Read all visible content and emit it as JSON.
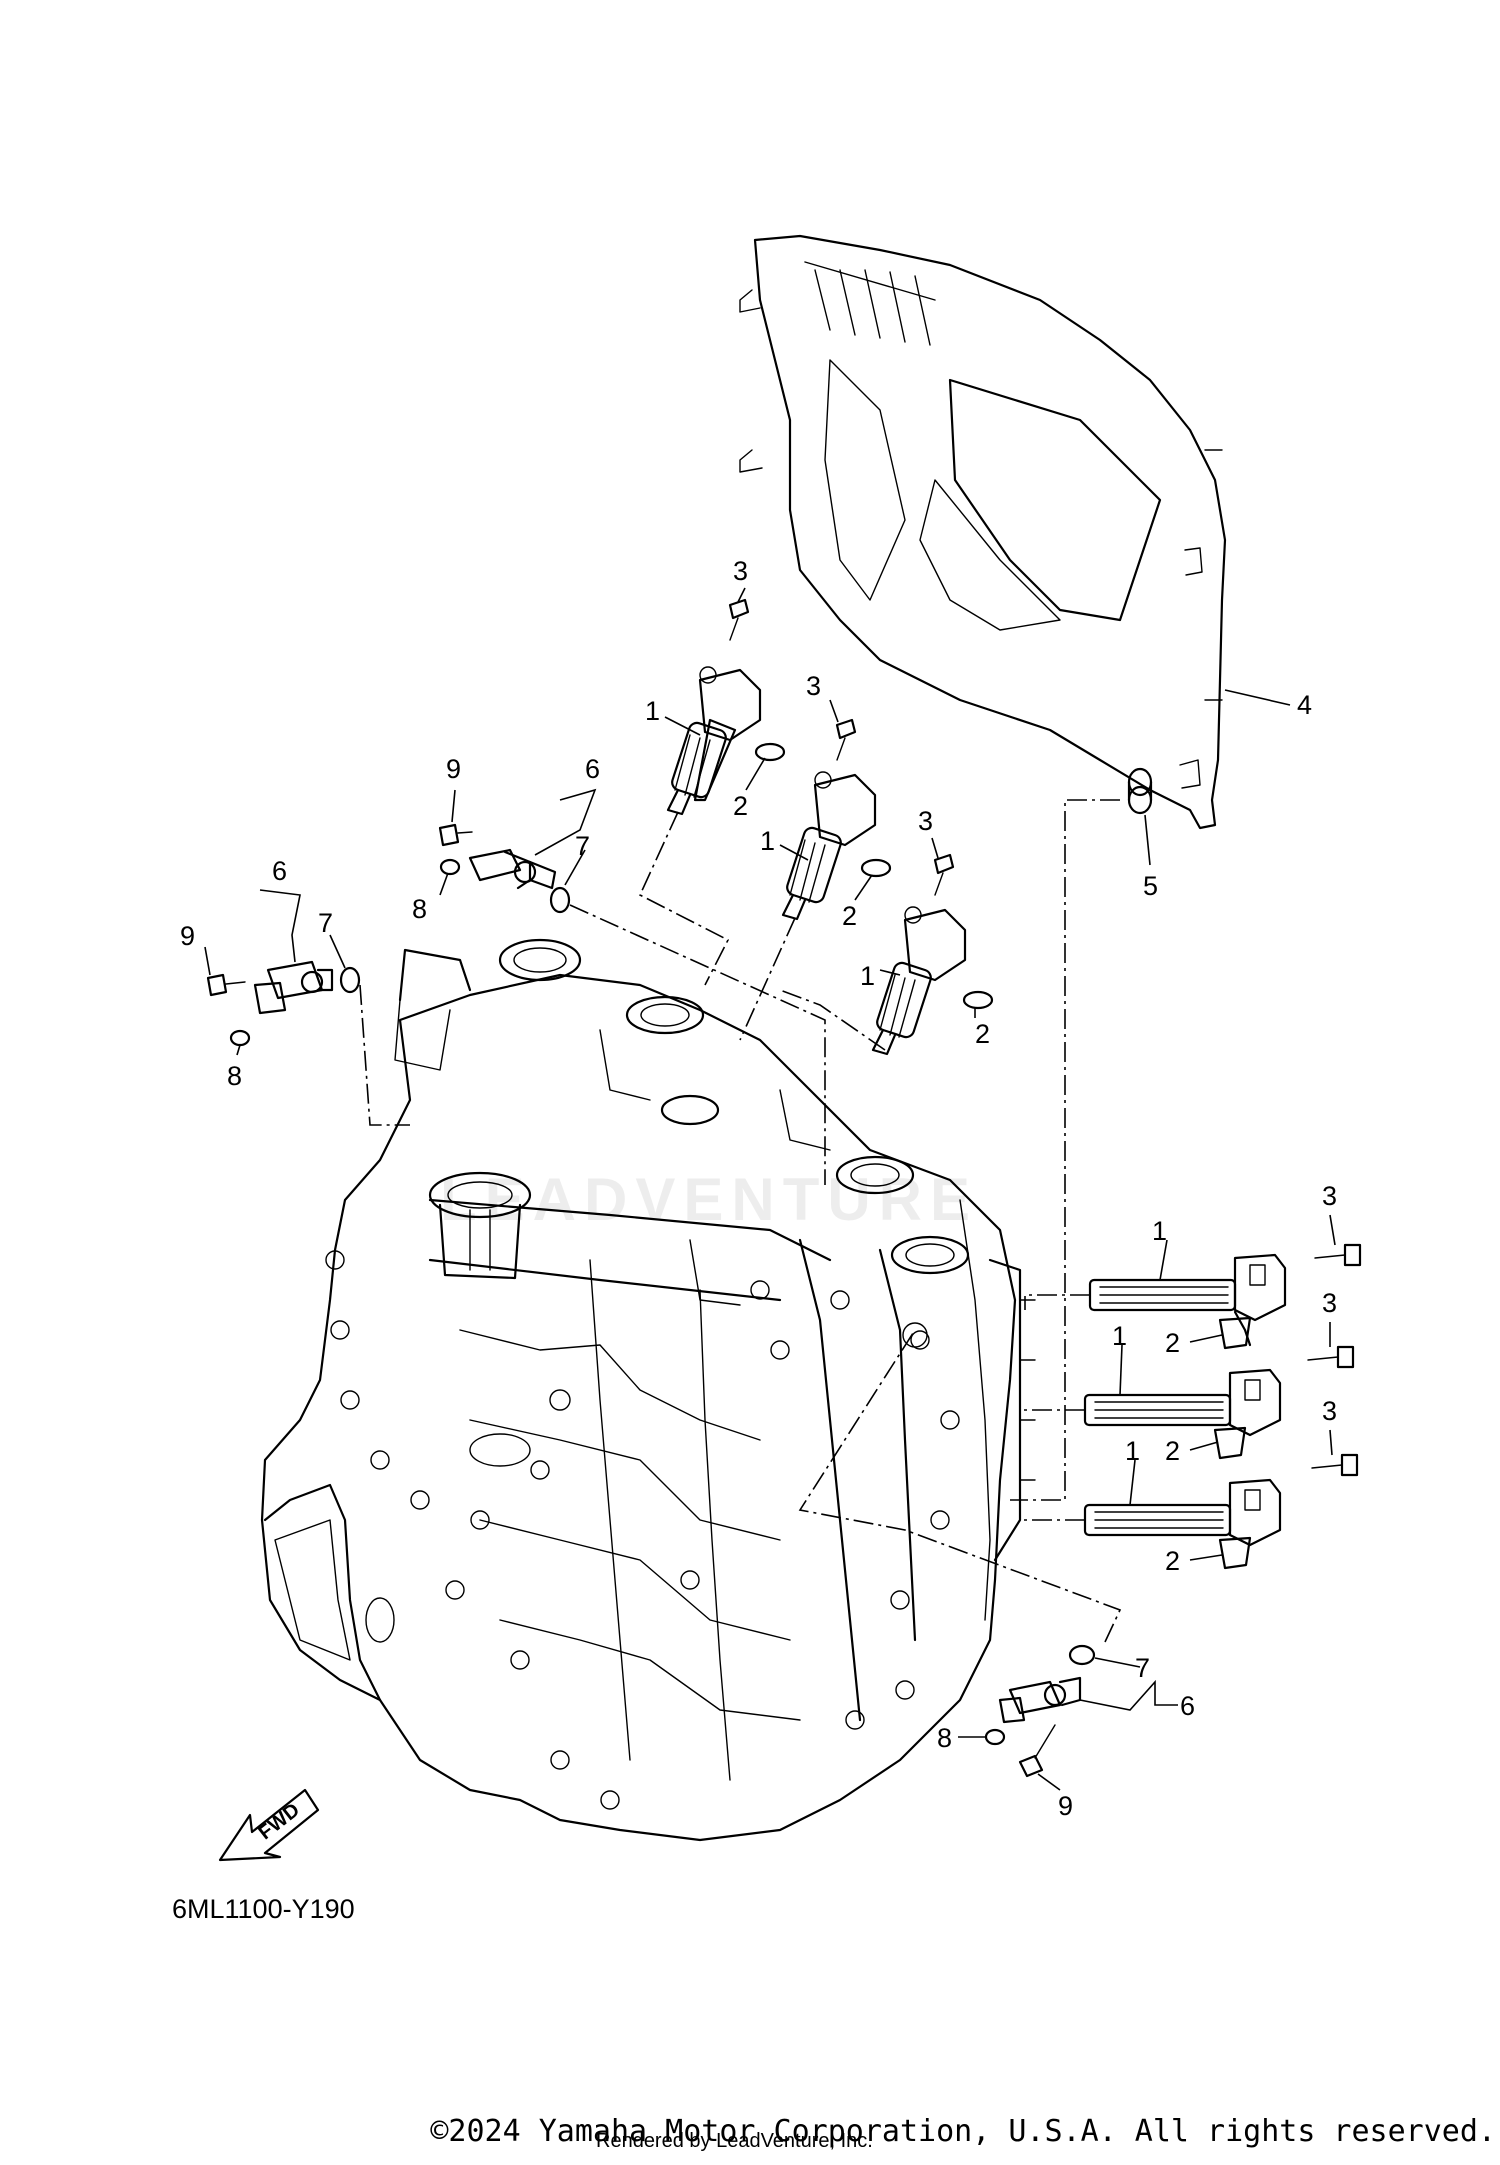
{
  "diagram_code": "6ML1100-Y190",
  "fwd_label": "FWD",
  "copyright": "©2024 Yamaha Motor Corporation, U.S.A. All rights reserved.",
  "rendered_by": "Rendered by LeadVenture, Inc.",
  "watermark": "LEADVENTURE",
  "callouts": {
    "c1a": "1",
    "c1b": "1",
    "c1c": "1",
    "c1d": "1",
    "c1e": "1",
    "c1f": "1",
    "c2a": "2",
    "c2b": "2",
    "c2c": "2",
    "c2d": "2",
    "c2e": "2",
    "c2f": "2",
    "c3a": "3",
    "c3b": "3",
    "c3c": "3",
    "c3d": "3",
    "c3e": "3",
    "c3f": "3",
    "c4": "4",
    "c5": "5",
    "c6a": "6",
    "c6b": "6",
    "c6c": "6",
    "c7a": "7",
    "c7b": "7",
    "c7c": "7",
    "c8a": "8",
    "c8b": "8",
    "c8c": "8",
    "c9a": "9",
    "c9b": "9",
    "c9c": "9"
  }
}
